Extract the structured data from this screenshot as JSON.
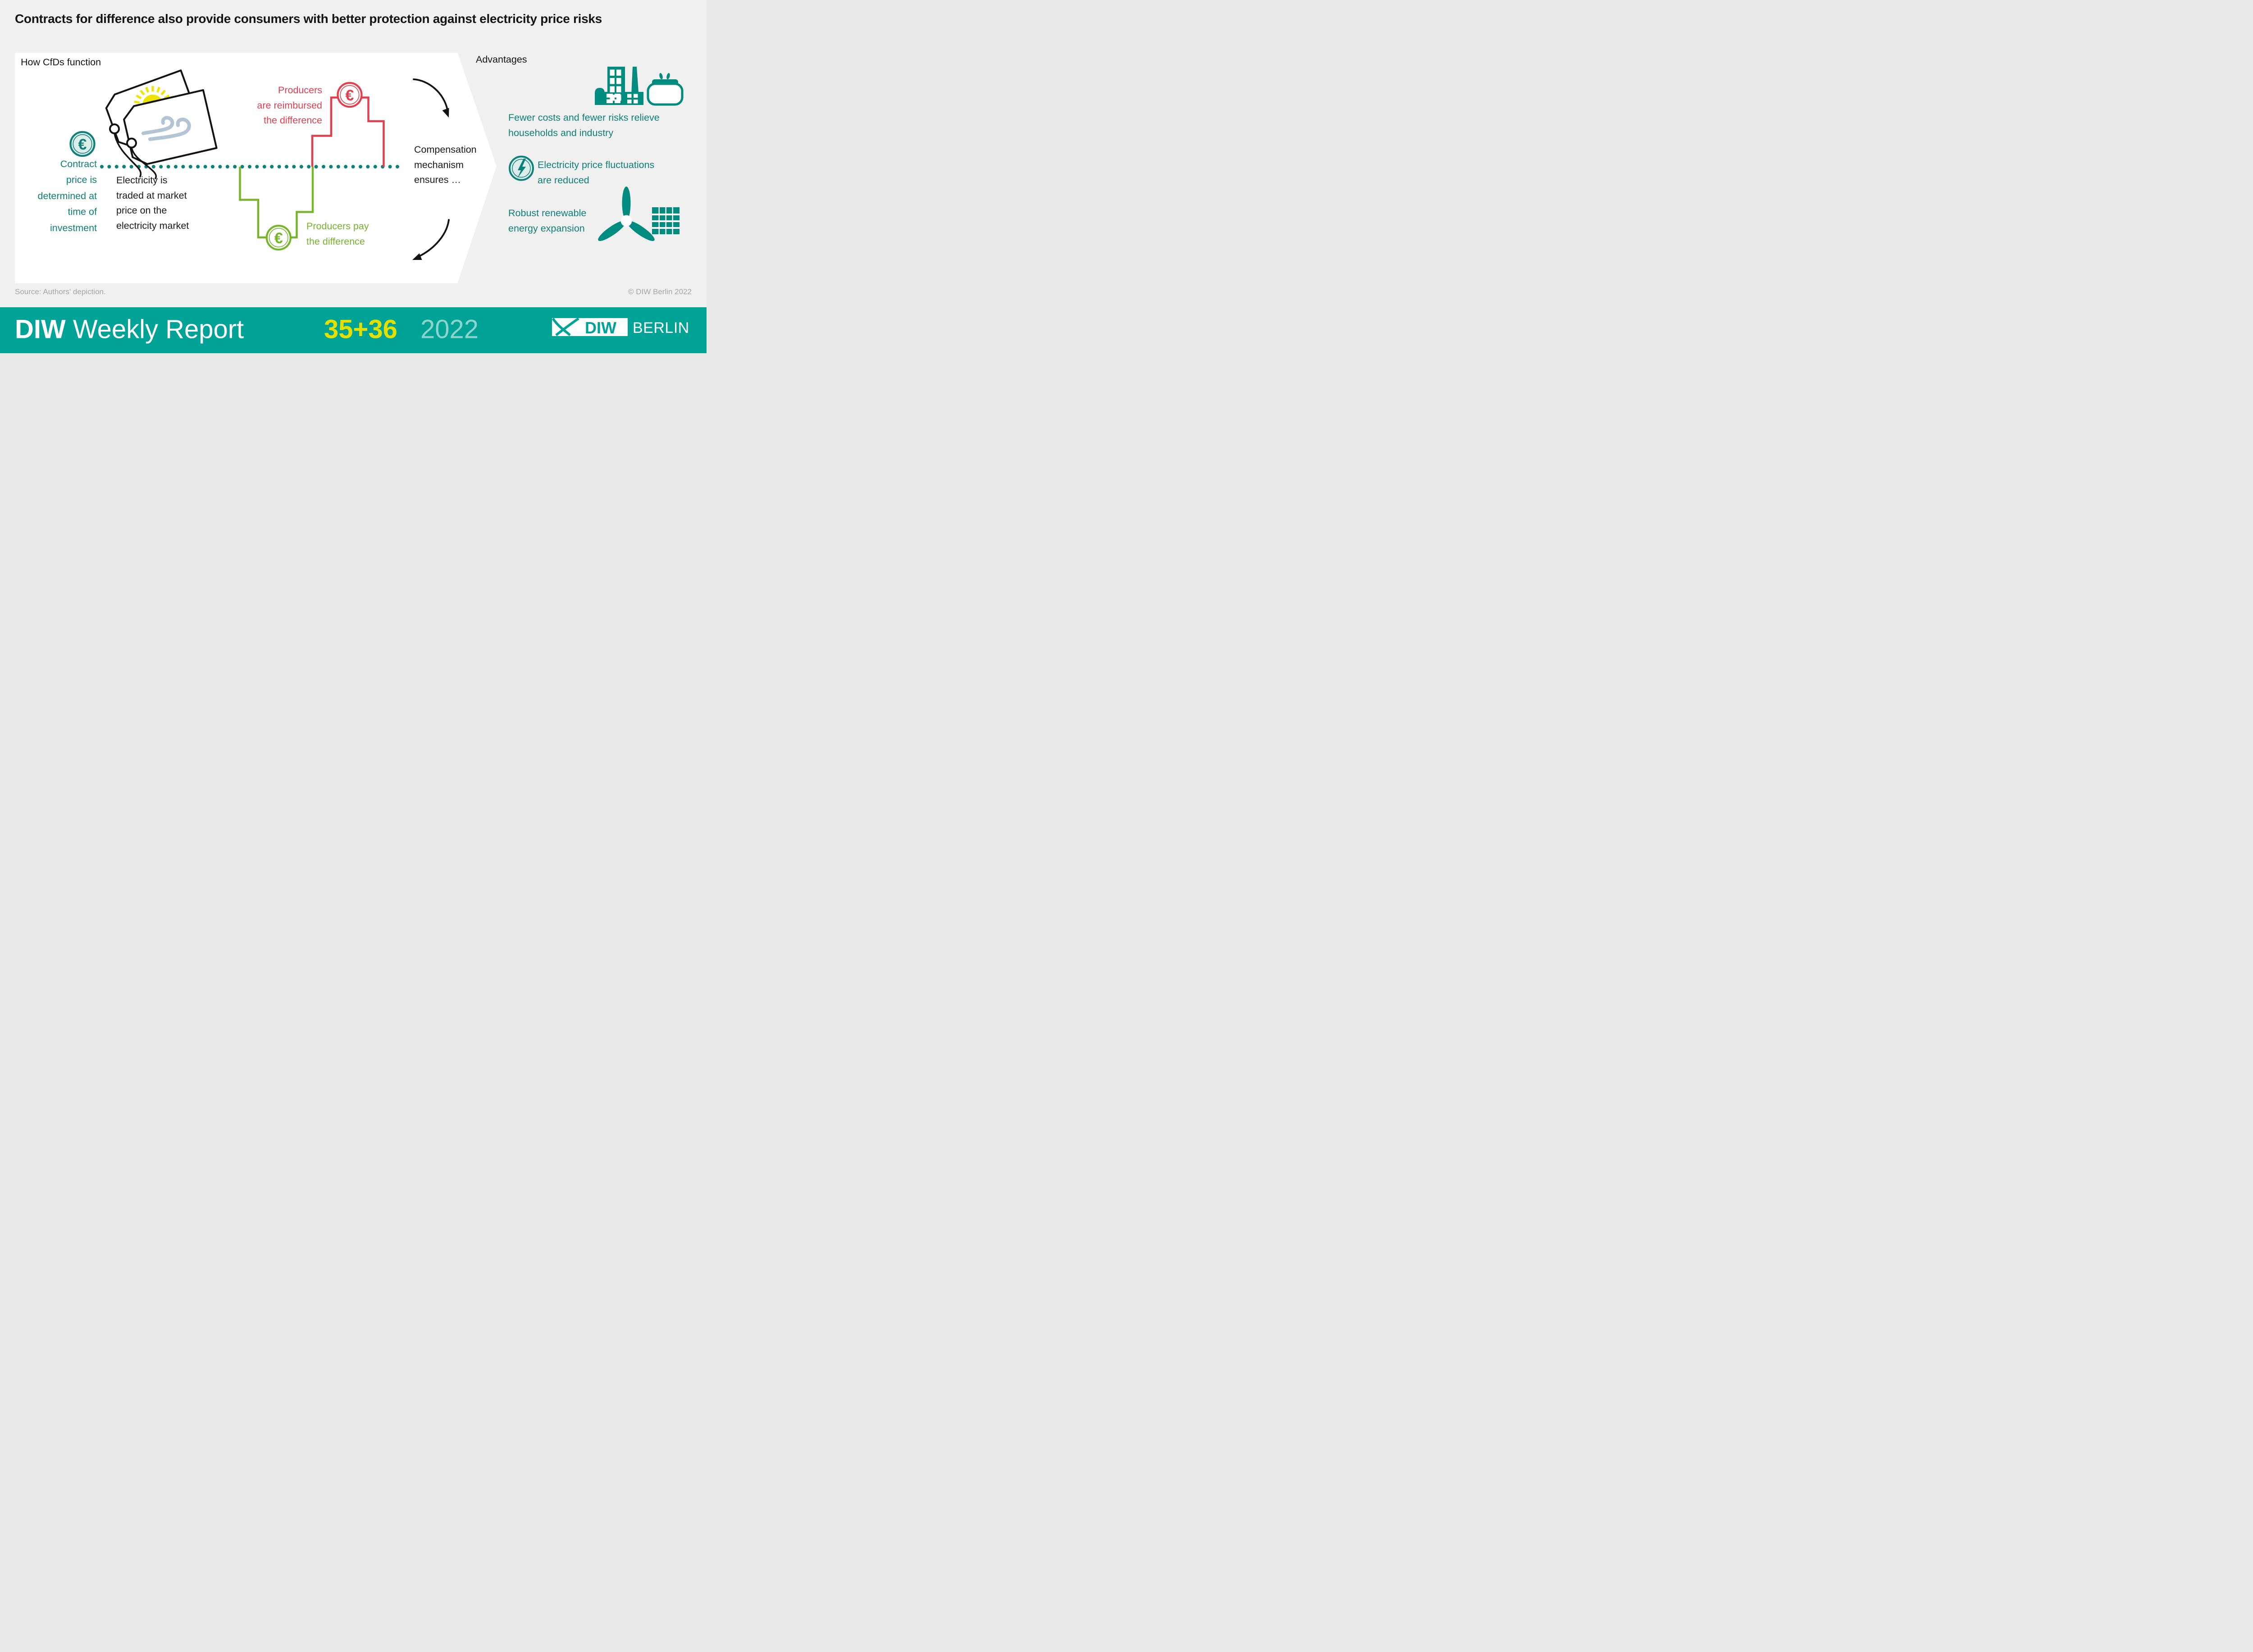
{
  "title": "Contracts for difference also provide consumers with better protection against electricity price risks",
  "diagram": {
    "heading": "How CfDs function",
    "euro_symbol": "€",
    "contract_price_lines": [
      "Contract",
      "price is",
      "determined at",
      "time of",
      "investment"
    ],
    "market_price_lines": [
      "Electricity is",
      "traded at market",
      "price on the",
      "electricity market"
    ],
    "reimbursed_lines": [
      "Producers",
      "are reimbursed",
      "the difference"
    ],
    "pay_lines": [
      "Producers pay",
      "the difference"
    ],
    "compensation_lines": [
      "Compensation",
      "mechanism",
      "ensures …"
    ]
  },
  "advantages": {
    "heading": "Advantages",
    "item1_lines": [
      "Fewer costs and fewer risks relieve",
      "households and industry"
    ],
    "item2_lines": [
      "Electricity price fluctuations",
      "are reduced"
    ],
    "item3_lines": [
      "Robust renewable",
      "energy expansion"
    ]
  },
  "footer": {
    "source": "Source: Authors' depiction.",
    "copyright": "© DIW Berlin 2022"
  },
  "banner": {
    "brand_bold": "DIW",
    "brand_light": "Weekly Report",
    "issue": "35+36",
    "year": "2022",
    "logo_text": "DIW",
    "logo_suffix": "BERLIN"
  },
  "colors": {
    "teal_text": "#0d8077",
    "teal_icon": "#008c7e",
    "banner_teal": "#00a396",
    "pale_teal": "#8cd4cd",
    "yellow": "#e3e000",
    "sun_yellow": "#efe400",
    "red": "#e63e4d",
    "green": "#76b52a",
    "wind_blue": "#b2c4d6",
    "background": "#f0f0f1"
  }
}
